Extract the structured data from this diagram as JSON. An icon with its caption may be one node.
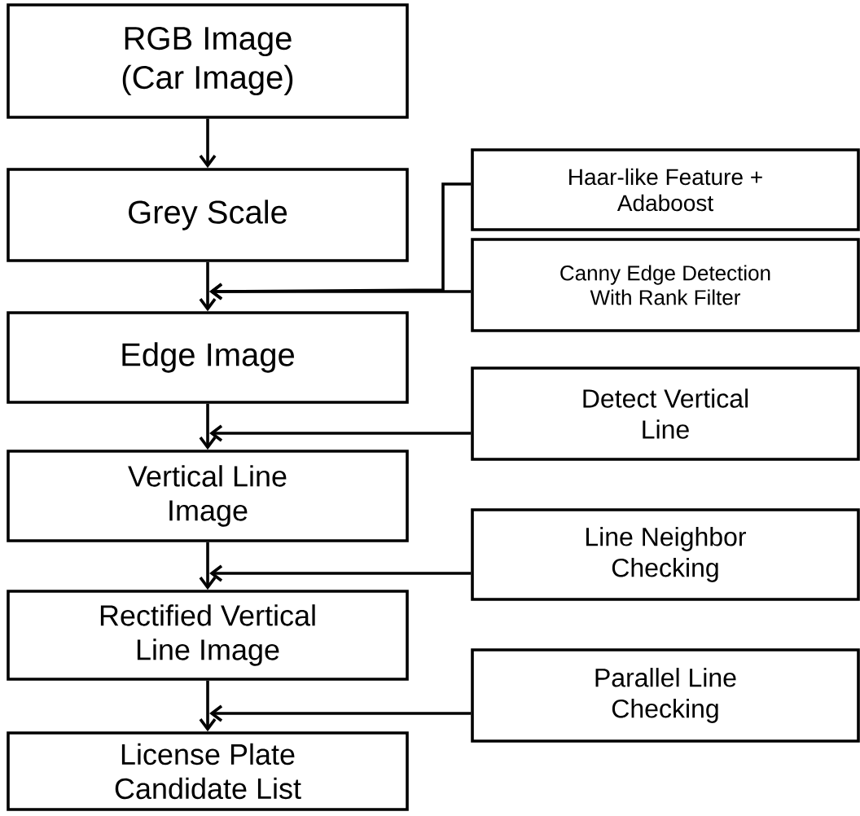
{
  "diagram": {
    "nodes": [
      {
        "text": [
          "RGB Image (Car Image)"
        ]
      },
      {
        "text": [
          "Grey Scale"
        ]
      },
      {
        "text": [
          "Edge Image"
        ]
      },
      {
        "text": [
          "Vertical Line Image"
        ]
      },
      {
        "text": [
          "Rectified Vertical Line Image"
        ]
      },
      {
        "text": [
          "License Plate Candidate List"
        ]
      },
      {
        "text": [
          "Haar-like Feature + Adaboost"
        ]
      },
      {
        "text": [
          "Canny Edge Detection With Rank Filter"
        ]
      },
      {
        "text": [
          "Detect Vertical Line"
        ]
      },
      {
        "text": [
          "Line Neighbor Checking"
        ]
      },
      {
        "text": [
          "Parallel Line Checking"
        ]
      }
    ],
    "edges": [
      {
        "from": 0,
        "to": 1,
        "arrow": "to"
      },
      {
        "from": 1,
        "to": 2,
        "arrow": "to"
      },
      {
        "from": 2,
        "to": 3,
        "arrow": "to"
      },
      {
        "from": 3,
        "to": 4,
        "arrow": "to"
      },
      {
        "from": 4,
        "to": 5,
        "arrow": "to"
      },
      {
        "from": 6,
        "to": 2,
        "arrow": "to"
      },
      {
        "from": 7,
        "to": 2,
        "arrow": "to"
      },
      {
        "from": 8,
        "to": 3,
        "arrow": "to"
      },
      {
        "from": 9,
        "to": 4,
        "arrow": "to"
      },
      {
        "from": 10,
        "to": 5,
        "arrow": "to"
      }
    ]
  }
}
